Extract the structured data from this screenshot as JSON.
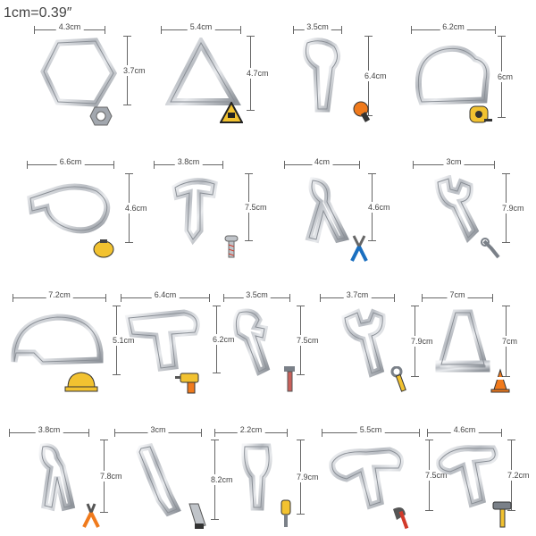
{
  "header": {
    "conversion": "1cm=0.39″"
  },
  "items": [
    {
      "name": "hexagon-nut",
      "width": "4.3cm",
      "height": "3.7cm"
    },
    {
      "name": "triangle-sign",
      "width": "5.4cm",
      "height": "4.7cm"
    },
    {
      "name": "key-cutter",
      "width": "3.5cm",
      "height": "6.4cm"
    },
    {
      "name": "tape-measure",
      "width": "6.2cm",
      "height": "6cm"
    },
    {
      "name": "mixer-bowl",
      "width": "6.6cm",
      "height": "4.6cm"
    },
    {
      "name": "screw",
      "width": "3.8cm",
      "height": "7.5cm"
    },
    {
      "name": "pliers",
      "width": "4cm",
      "height": "4.6cm"
    },
    {
      "name": "wrench",
      "width": "3cm",
      "height": "7.9cm"
    },
    {
      "name": "hard-hat",
      "width": "7.2cm",
      "height": "5.1cm"
    },
    {
      "name": "drill",
      "width": "6.4cm",
      "height": "6.2cm"
    },
    {
      "name": "pipe-wrench",
      "width": "3.5cm",
      "height": "7.5cm"
    },
    {
      "name": "adjustable-wrench",
      "width": "3.7cm",
      "height": "7.9cm"
    },
    {
      "name": "traffic-cone",
      "width": "7cm",
      "height": "7cm"
    },
    {
      "name": "cutting-pliers",
      "width": "3.8cm",
      "height": "7.8cm"
    },
    {
      "name": "hand-saw",
      "width": "3cm",
      "height": "8.2cm"
    },
    {
      "name": "screwdriver",
      "width": "2.2cm",
      "height": "7.9cm"
    },
    {
      "name": "axe",
      "width": "5.5cm",
      "height": "7.5cm"
    },
    {
      "name": "hammer",
      "width": "4.6cm",
      "height": "7.2cm"
    }
  ],
  "colors": {
    "steel": "#b8bcc2",
    "yellow": "#f2c230",
    "orange": "#f07a1c",
    "blue": "#1a6fc0",
    "red": "#d23a2a"
  }
}
